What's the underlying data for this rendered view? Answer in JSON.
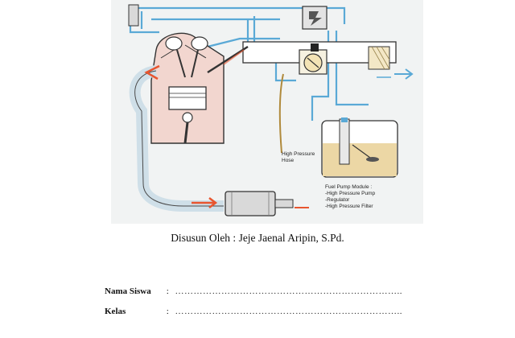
{
  "diagram": {
    "labels": {
      "high_pressure_hose": [
        "High Pressure",
        "Hose"
      ],
      "fuel_pump_module": [
        "Fuel Pump Module :",
        "-High Pressure Pump",
        "-Regulator",
        "-High Pressure Filter"
      ]
    }
  },
  "author_line": "Disusun Oleh : Jeje Jaenal Aripin, S.Pd.",
  "form": {
    "name_label": "Nama  Siswa",
    "name_colon": ":",
    "name_dots": "………………………………………………………………..",
    "class_label": "Kelas",
    "class_colon": ":",
    "class_dots": "………………………………………………………………..",
    "accent_pipe": "#5aa9d6",
    "accent_arrow": "#e8552f"
  }
}
